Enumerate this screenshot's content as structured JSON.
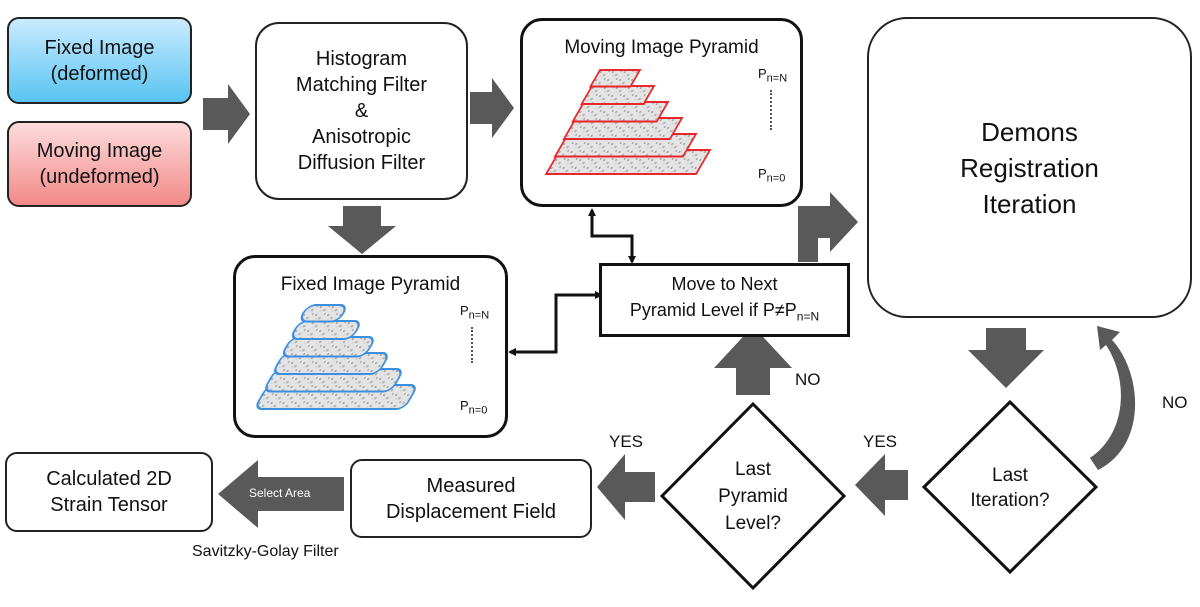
{
  "fixed_image": {
    "line1": "Fixed Image",
    "line2": "(deformed)",
    "color_top": "#c9ebff",
    "color_bottom": "#58c4f2"
  },
  "moving_image": {
    "line1": "Moving Image",
    "line2": "(undeformed)",
    "color_top": "#fddcdc",
    "color_bottom": "#f28a88"
  },
  "histogram_filter": {
    "line1": "Histogram",
    "line2": "Matching Filter",
    "line3": "&",
    "line4": "Anisotropic",
    "line5": "Diffusion Filter"
  },
  "moving_pyramid": {
    "title": "Moving Image Pyramid",
    "top_label": "P",
    "top_sub": "n=N",
    "bottom_label": "P",
    "bottom_sub": "n=0",
    "edge_color": "#e8262b"
  },
  "fixed_pyramid": {
    "title": "Fixed Image Pyramid",
    "top_label": "P",
    "top_sub": "n=N",
    "bottom_label": "P",
    "bottom_sub": "n=0",
    "edge_color": "#3b8fe0"
  },
  "demons": {
    "line1": "Demons",
    "line2": "Registration",
    "line3": "Iteration"
  },
  "next_level": {
    "line1": "Move to Next",
    "line2a": "Pyramid Level if P≠P",
    "line2_sub": "n=N"
  },
  "last_iteration": {
    "line1": "Last",
    "line2": "Iteration?"
  },
  "last_pyramid": {
    "line1": "Last",
    "line2": "Pyramid",
    "line3": "Level?"
  },
  "measured_field": {
    "line1": "Measured",
    "line2": "Displacement Field"
  },
  "strain_tensor": {
    "line1": "Calculated 2D",
    "line2": "Strain Tensor"
  },
  "labels": {
    "no_right": "NO",
    "no_mid": "NO",
    "yes_right": "YES",
    "yes_left": "YES",
    "select_area": "Select Area",
    "savitzky": "Savitzky-Golay Filter"
  },
  "arrow_color": "#595959"
}
